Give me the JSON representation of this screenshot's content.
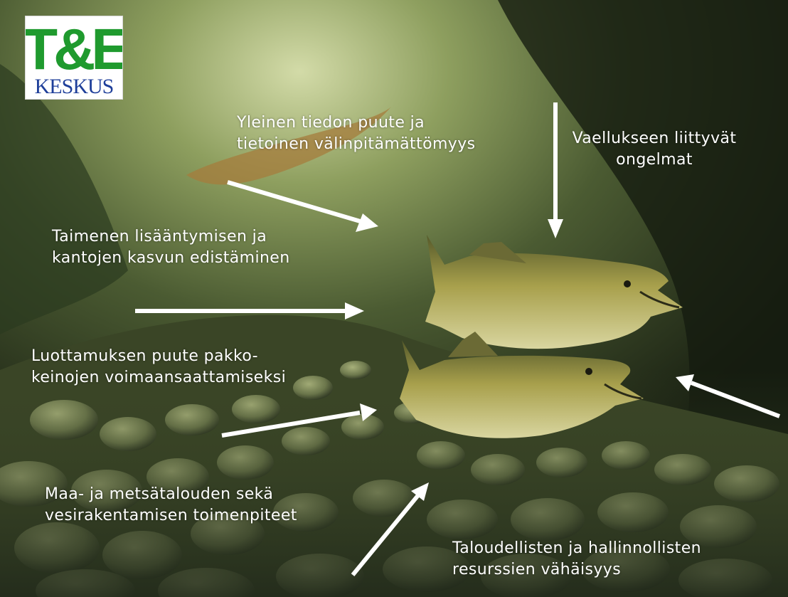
{
  "logo": {
    "top_text": "T&E",
    "bottom_text": "KESKUS",
    "colors": {
      "green": "#1f9a2e",
      "blue": "#1f3f9a"
    }
  },
  "labels": {
    "info": [
      "Yleinen tiedon puute ja",
      "tietoinen välinpitämättömyys"
    ],
    "migration": [
      "Vaellukseen liittyvät",
      "ongelmat"
    ],
    "reproduction": [
      "Taimenen lisääntymisen ja",
      "kantojen kasvun edistäminen"
    ],
    "trust": [
      "Luottamuksen puute pakko-",
      "keinojen voimaansaattamiseksi"
    ],
    "land_use": [
      "Maa- ja metsätalouden sekä",
      "vesirakentamisen toimenpiteet"
    ],
    "resources": [
      "Taloudellisten ja hallinnollisten",
      "resurssien vähäisyys"
    ]
  },
  "colors": {
    "text": "#ffffff",
    "arrow": "#ffffff",
    "water_light": "#b9c98f",
    "water_dark": "#1d2616",
    "fish_body": "#a8a04c",
    "fish_belly": "#d9d6a0",
    "stone": "#6f7a4e"
  }
}
